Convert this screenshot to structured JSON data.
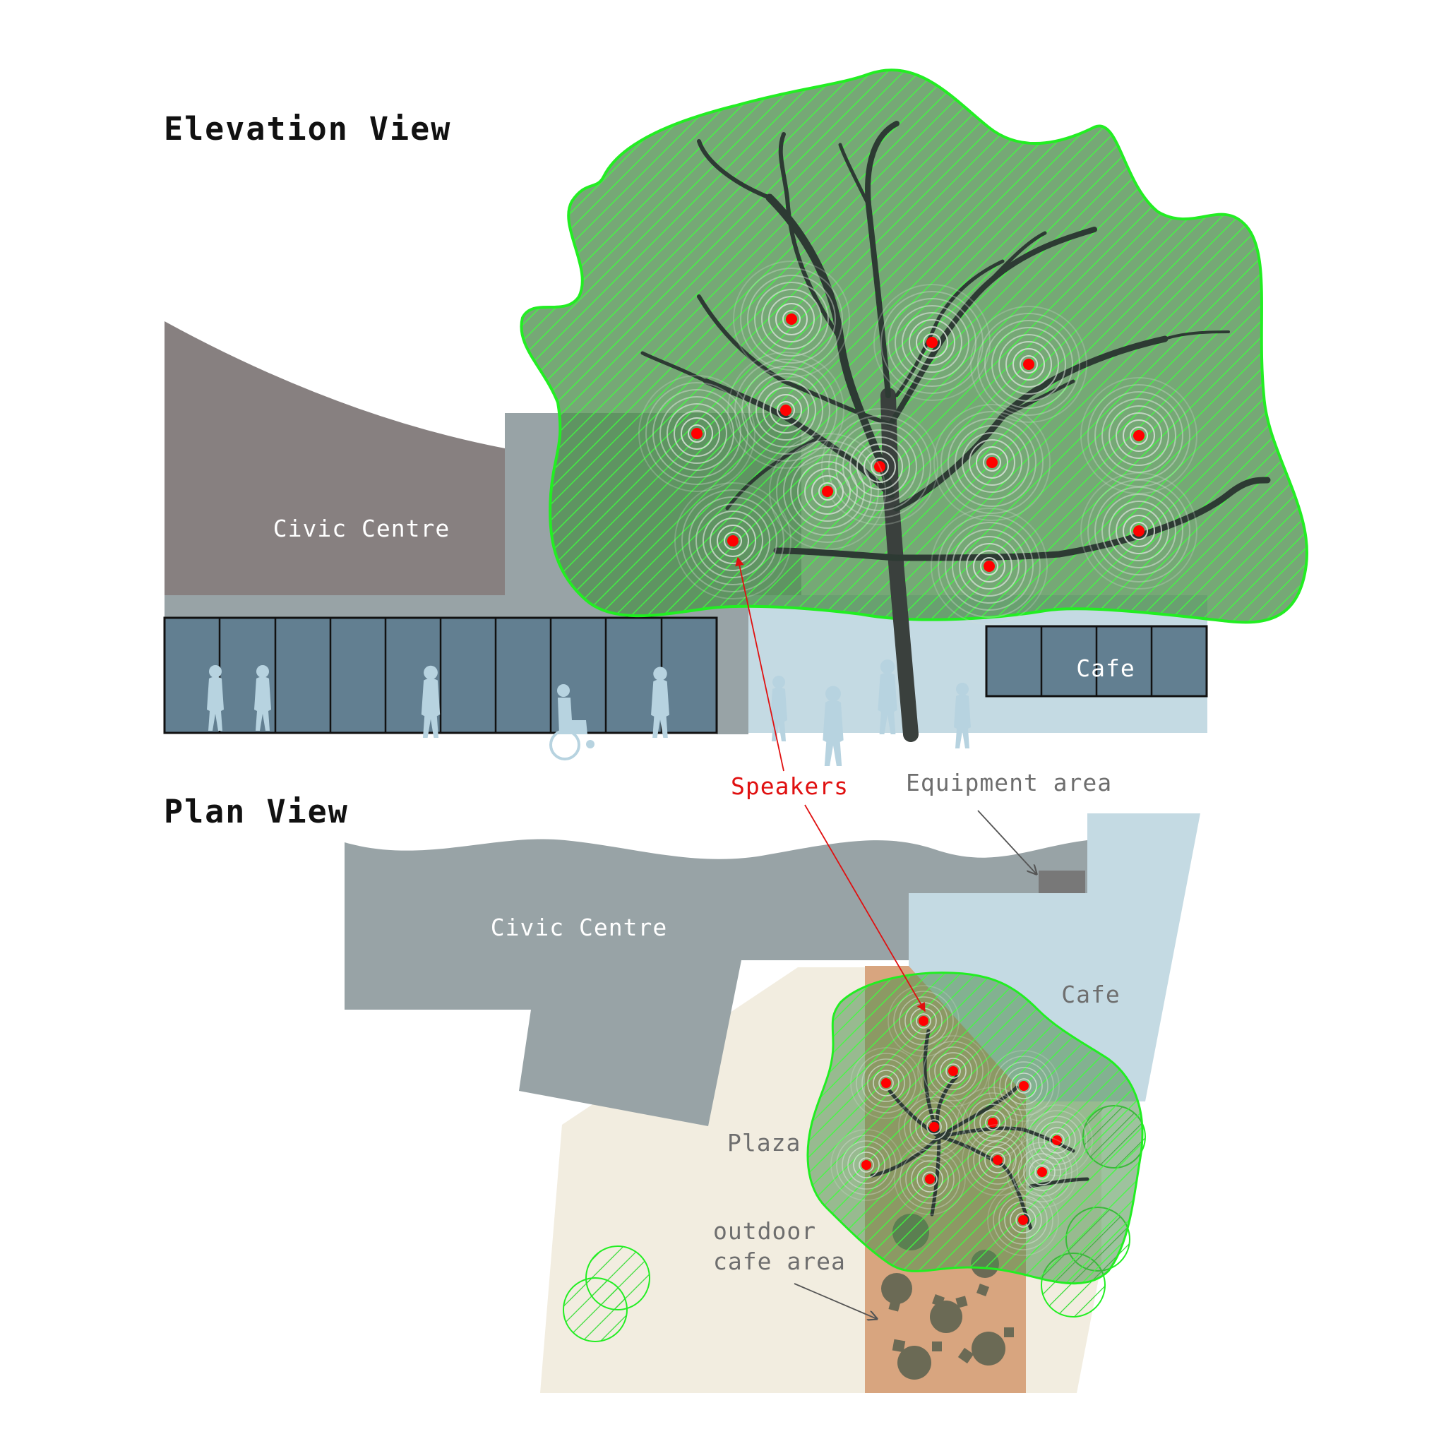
{
  "elevation": {
    "title": "Elevation View",
    "civic_centre_label": "Civic Centre",
    "cafe_label": "Cafe"
  },
  "plan": {
    "title": "Plan View",
    "civic_centre_label": "Civic Centre",
    "cafe_label": "Cafe",
    "plaza_label": "Plaza",
    "outdoor_cafe_label_line1": "outdoor",
    "outdoor_cafe_label_line2": "cafe area"
  },
  "callouts": {
    "speakers": "Speakers",
    "equipment_area": "Equipment area"
  },
  "colors": {
    "tree_canopy": "#4f8f4f",
    "canopy_outline": "#22ee22",
    "speaker": "#ff0000",
    "civic_centre_roof": "#878080",
    "building_grey": "#98a3a6",
    "glazing": "#627f91",
    "cafe_blue": "#c4dae3",
    "plaza": "#f2ede0",
    "cafe_terrace": "#d8a57f",
    "silhouette": "#b7d3e0",
    "callout_line": "#e01010"
  },
  "icons": {
    "people": "pedestrian-silhouette",
    "wheelchair": "wheelchair-user-silhouette",
    "speaker": "speaker-dot-with-sound-rings"
  }
}
